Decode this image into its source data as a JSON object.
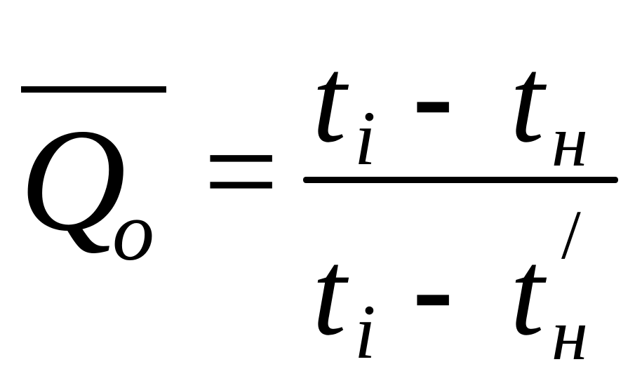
{
  "formula": {
    "lhs": {
      "symbol": "Q",
      "subscript": "o"
    },
    "equals": "=",
    "numerator": {
      "first_term": "t",
      "first_subscript": "i",
      "operator": "-",
      "second_term": "t",
      "second_subscript": "н"
    },
    "denominator": {
      "first_term": "t",
      "first_subscript": "i",
      "operator": "-",
      "second_term": "t",
      "second_subscript": "н",
      "second_prime": "/"
    }
  }
}
